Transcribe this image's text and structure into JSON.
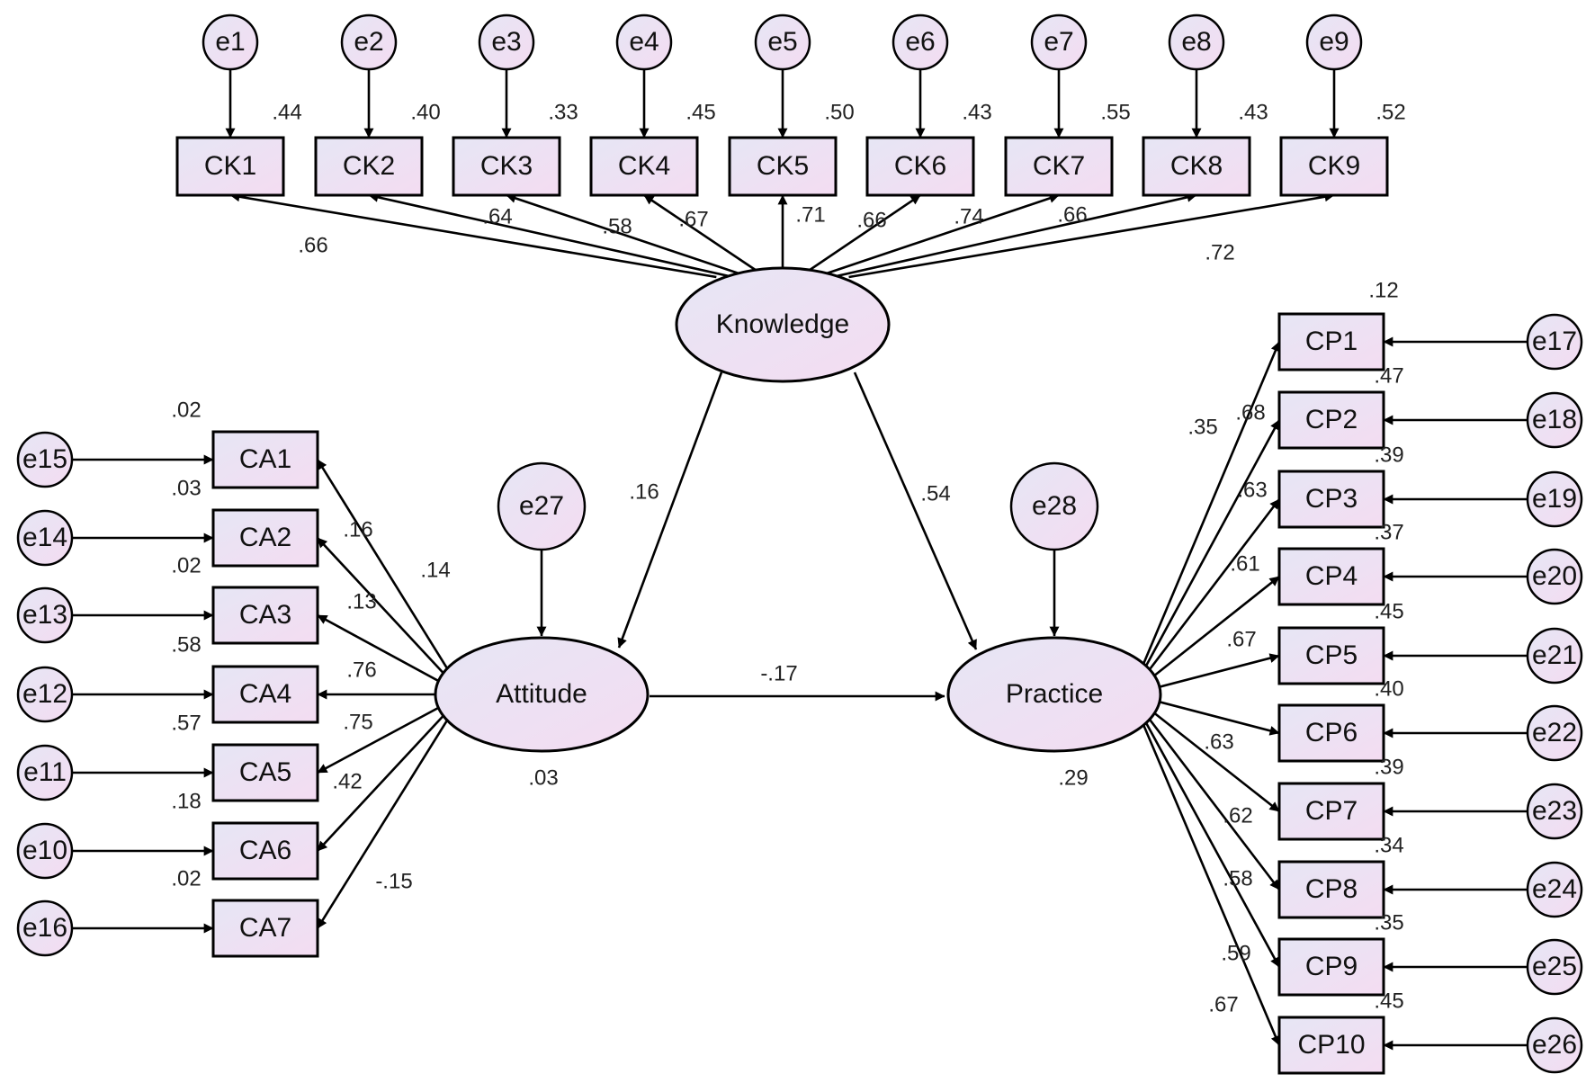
{
  "colors": {
    "fill_light": "#e3e4f3",
    "fill_pink": "#f3dcf2",
    "line": "#000000"
  },
  "latent": {
    "knowledge": "Knowledge",
    "attitude": "Attitude",
    "practice": "Practice",
    "attitude_r2": ".03",
    "practice_r2": ".29"
  },
  "knowledge_items": [
    {
      "id": "CK1",
      "err": "e1",
      "r2": ".44",
      "load": ".66"
    },
    {
      "id": "CK2",
      "err": "e2",
      "r2": ".40",
      "load": ".64"
    },
    {
      "id": "CK3",
      "err": "e3",
      "r2": ".33",
      "load": ".58"
    },
    {
      "id": "CK4",
      "err": "e4",
      "r2": ".45",
      "load": ".67"
    },
    {
      "id": "CK5",
      "err": "e5",
      "r2": ".50",
      "load": ".71"
    },
    {
      "id": "CK6",
      "err": "e6",
      "r2": ".43",
      "load": ".66"
    },
    {
      "id": "CK7",
      "err": "e7",
      "r2": ".55",
      "load": ".74"
    },
    {
      "id": "CK8",
      "err": "e8",
      "r2": ".43",
      "load": ".66"
    },
    {
      "id": "CK9",
      "err": "e9",
      "r2": ".52",
      "load": ".72"
    }
  ],
  "attitude_items": [
    {
      "id": "CA1",
      "err": "e15",
      "r2": ".02",
      "load": ".14"
    },
    {
      "id": "CA2",
      "err": "e14",
      "r2": ".03",
      "load": ".16"
    },
    {
      "id": "CA3",
      "err": "e13",
      "r2": ".02",
      "load": ".13"
    },
    {
      "id": "CA4",
      "err": "e12",
      "r2": ".58",
      "load": ".76"
    },
    {
      "id": "CA5",
      "err": "e11",
      "r2": ".57",
      "load": ".75"
    },
    {
      "id": "CA6",
      "err": "e10",
      "r2": ".18",
      "load": ".42"
    },
    {
      "id": "CA7",
      "err": "e16",
      "r2": ".02",
      "load": "-.15"
    }
  ],
  "practice_items": [
    {
      "id": "CP1",
      "err": "e17",
      "r2": ".12",
      "load": ".35"
    },
    {
      "id": "CP2",
      "err": "e18",
      "r2": ".47",
      "load": ".68"
    },
    {
      "id": "CP3",
      "err": "e19",
      "r2": ".39",
      "load": ".63"
    },
    {
      "id": "CP4",
      "err": "e20",
      "r2": ".37",
      "load": ".61"
    },
    {
      "id": "CP5",
      "err": "e21",
      "r2": ".45",
      "load": ".67"
    },
    {
      "id": "CP6",
      "err": "e22",
      "r2": ".40",
      "load": ".63"
    },
    {
      "id": "CP7",
      "err": "e23",
      "r2": ".39",
      "load": ".62"
    },
    {
      "id": "CP8",
      "err": "e24",
      "r2": ".34",
      "load": ".58"
    },
    {
      "id": "CP9",
      "err": "e25",
      "r2": ".35",
      "load": ".59"
    },
    {
      "id": "CP10",
      "err": "e26",
      "r2": ".45",
      "load": ".67"
    }
  ],
  "structural": {
    "k_to_a": ".16",
    "k_to_p": ".54",
    "a_to_p": "-.17",
    "e27": "e27",
    "e28": "e28"
  }
}
